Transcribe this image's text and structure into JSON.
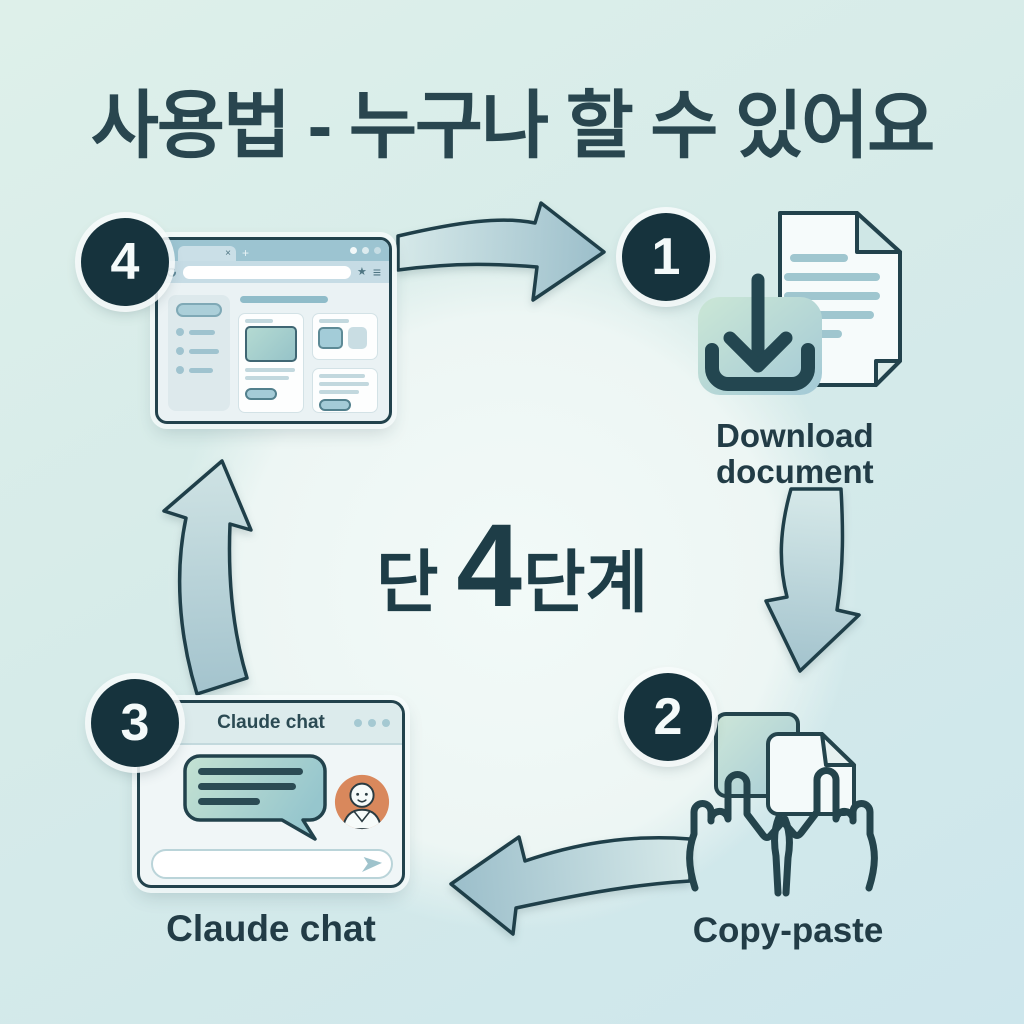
{
  "title": "사용법 - 누구나 할 수 있어요",
  "center": {
    "pre": "단",
    "big": "4",
    "post": "단계"
  },
  "steps": {
    "step1": {
      "number": "1",
      "label_line1": "Download",
      "label_line2": "document",
      "icon": "download-document-icon"
    },
    "step2": {
      "number": "2",
      "label": "Copy-paste",
      "icon": "copy-paste-hands-icon"
    },
    "step3": {
      "number": "3",
      "label": "Claude chat",
      "window_title": "Claude chat",
      "icon": "chat-window-illustration"
    },
    "step4": {
      "number": "4",
      "icon": "browser-window-illustration"
    }
  },
  "browser_glyphs": {
    "tab_close": "×",
    "tab_new": "+",
    "bookmark_star": "★",
    "menu": "≡"
  },
  "colors": {
    "background_mint": "#d6ebe9",
    "dark_teal_outline": "#22424c",
    "badge_dark": "#16333d",
    "arrow_fill_light": "#d3e7e8",
    "arrow_fill_dark": "#9bbeca",
    "accent_teal": "#9cc4d1",
    "bubble_green": "#c4e2d2",
    "bubble_teal": "#96c6cd",
    "avatar_orange": "#d9885c"
  }
}
